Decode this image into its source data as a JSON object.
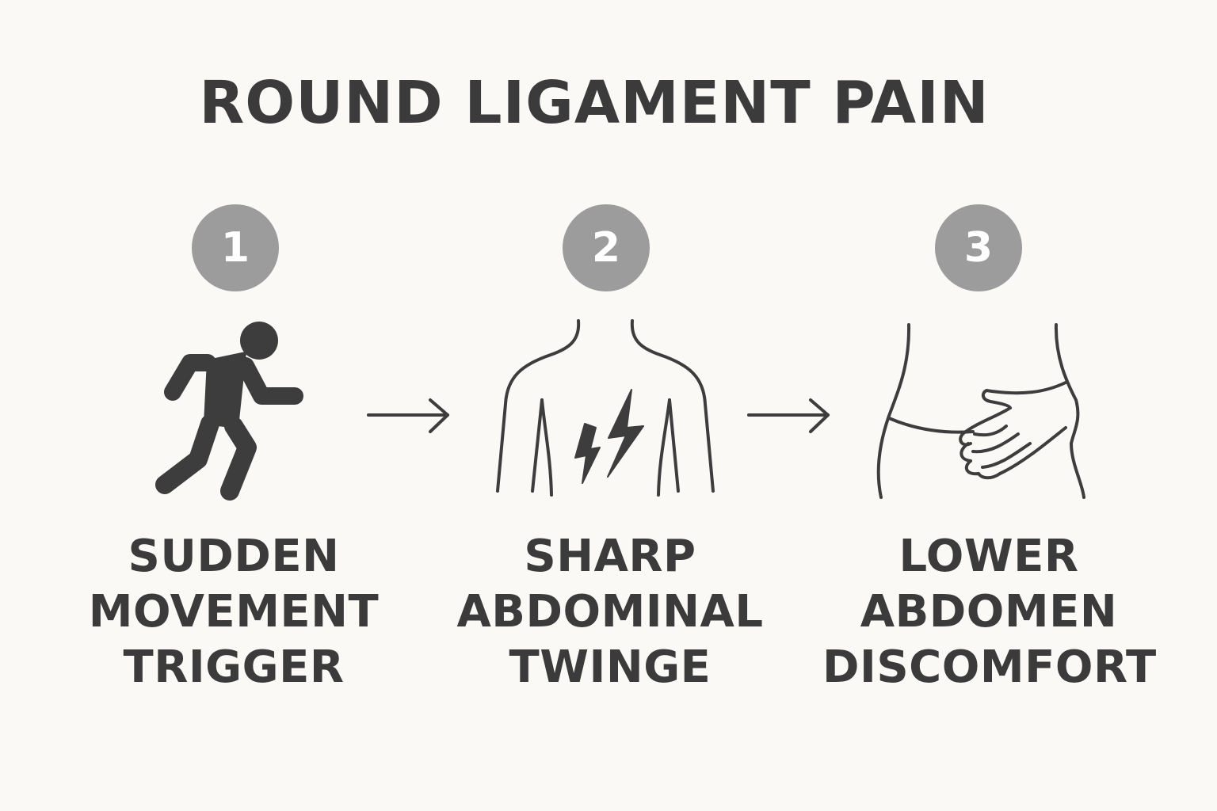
{
  "title": "ROUND LIGAMENT PAIN",
  "steps": [
    {
      "number": "1",
      "icon": "running-person-icon",
      "label_lines": [
        "SUDDEN",
        "MOVEMENT",
        "TRIGGER"
      ]
    },
    {
      "number": "2",
      "icon": "torso-lightning-icon",
      "label_lines": [
        "SHARP",
        "ABDOMINAL",
        "TWINGE"
      ]
    },
    {
      "number": "3",
      "icon": "hand-on-abdomen-icon",
      "label_lines": [
        "LOWER",
        "ABDOMEN",
        "DISCOMFORT"
      ]
    }
  ],
  "colors": {
    "background": "#faf9f6",
    "text": "#3b3b3b",
    "badge": "#9c9c9c",
    "icon_stroke": "#3d3d3d"
  }
}
